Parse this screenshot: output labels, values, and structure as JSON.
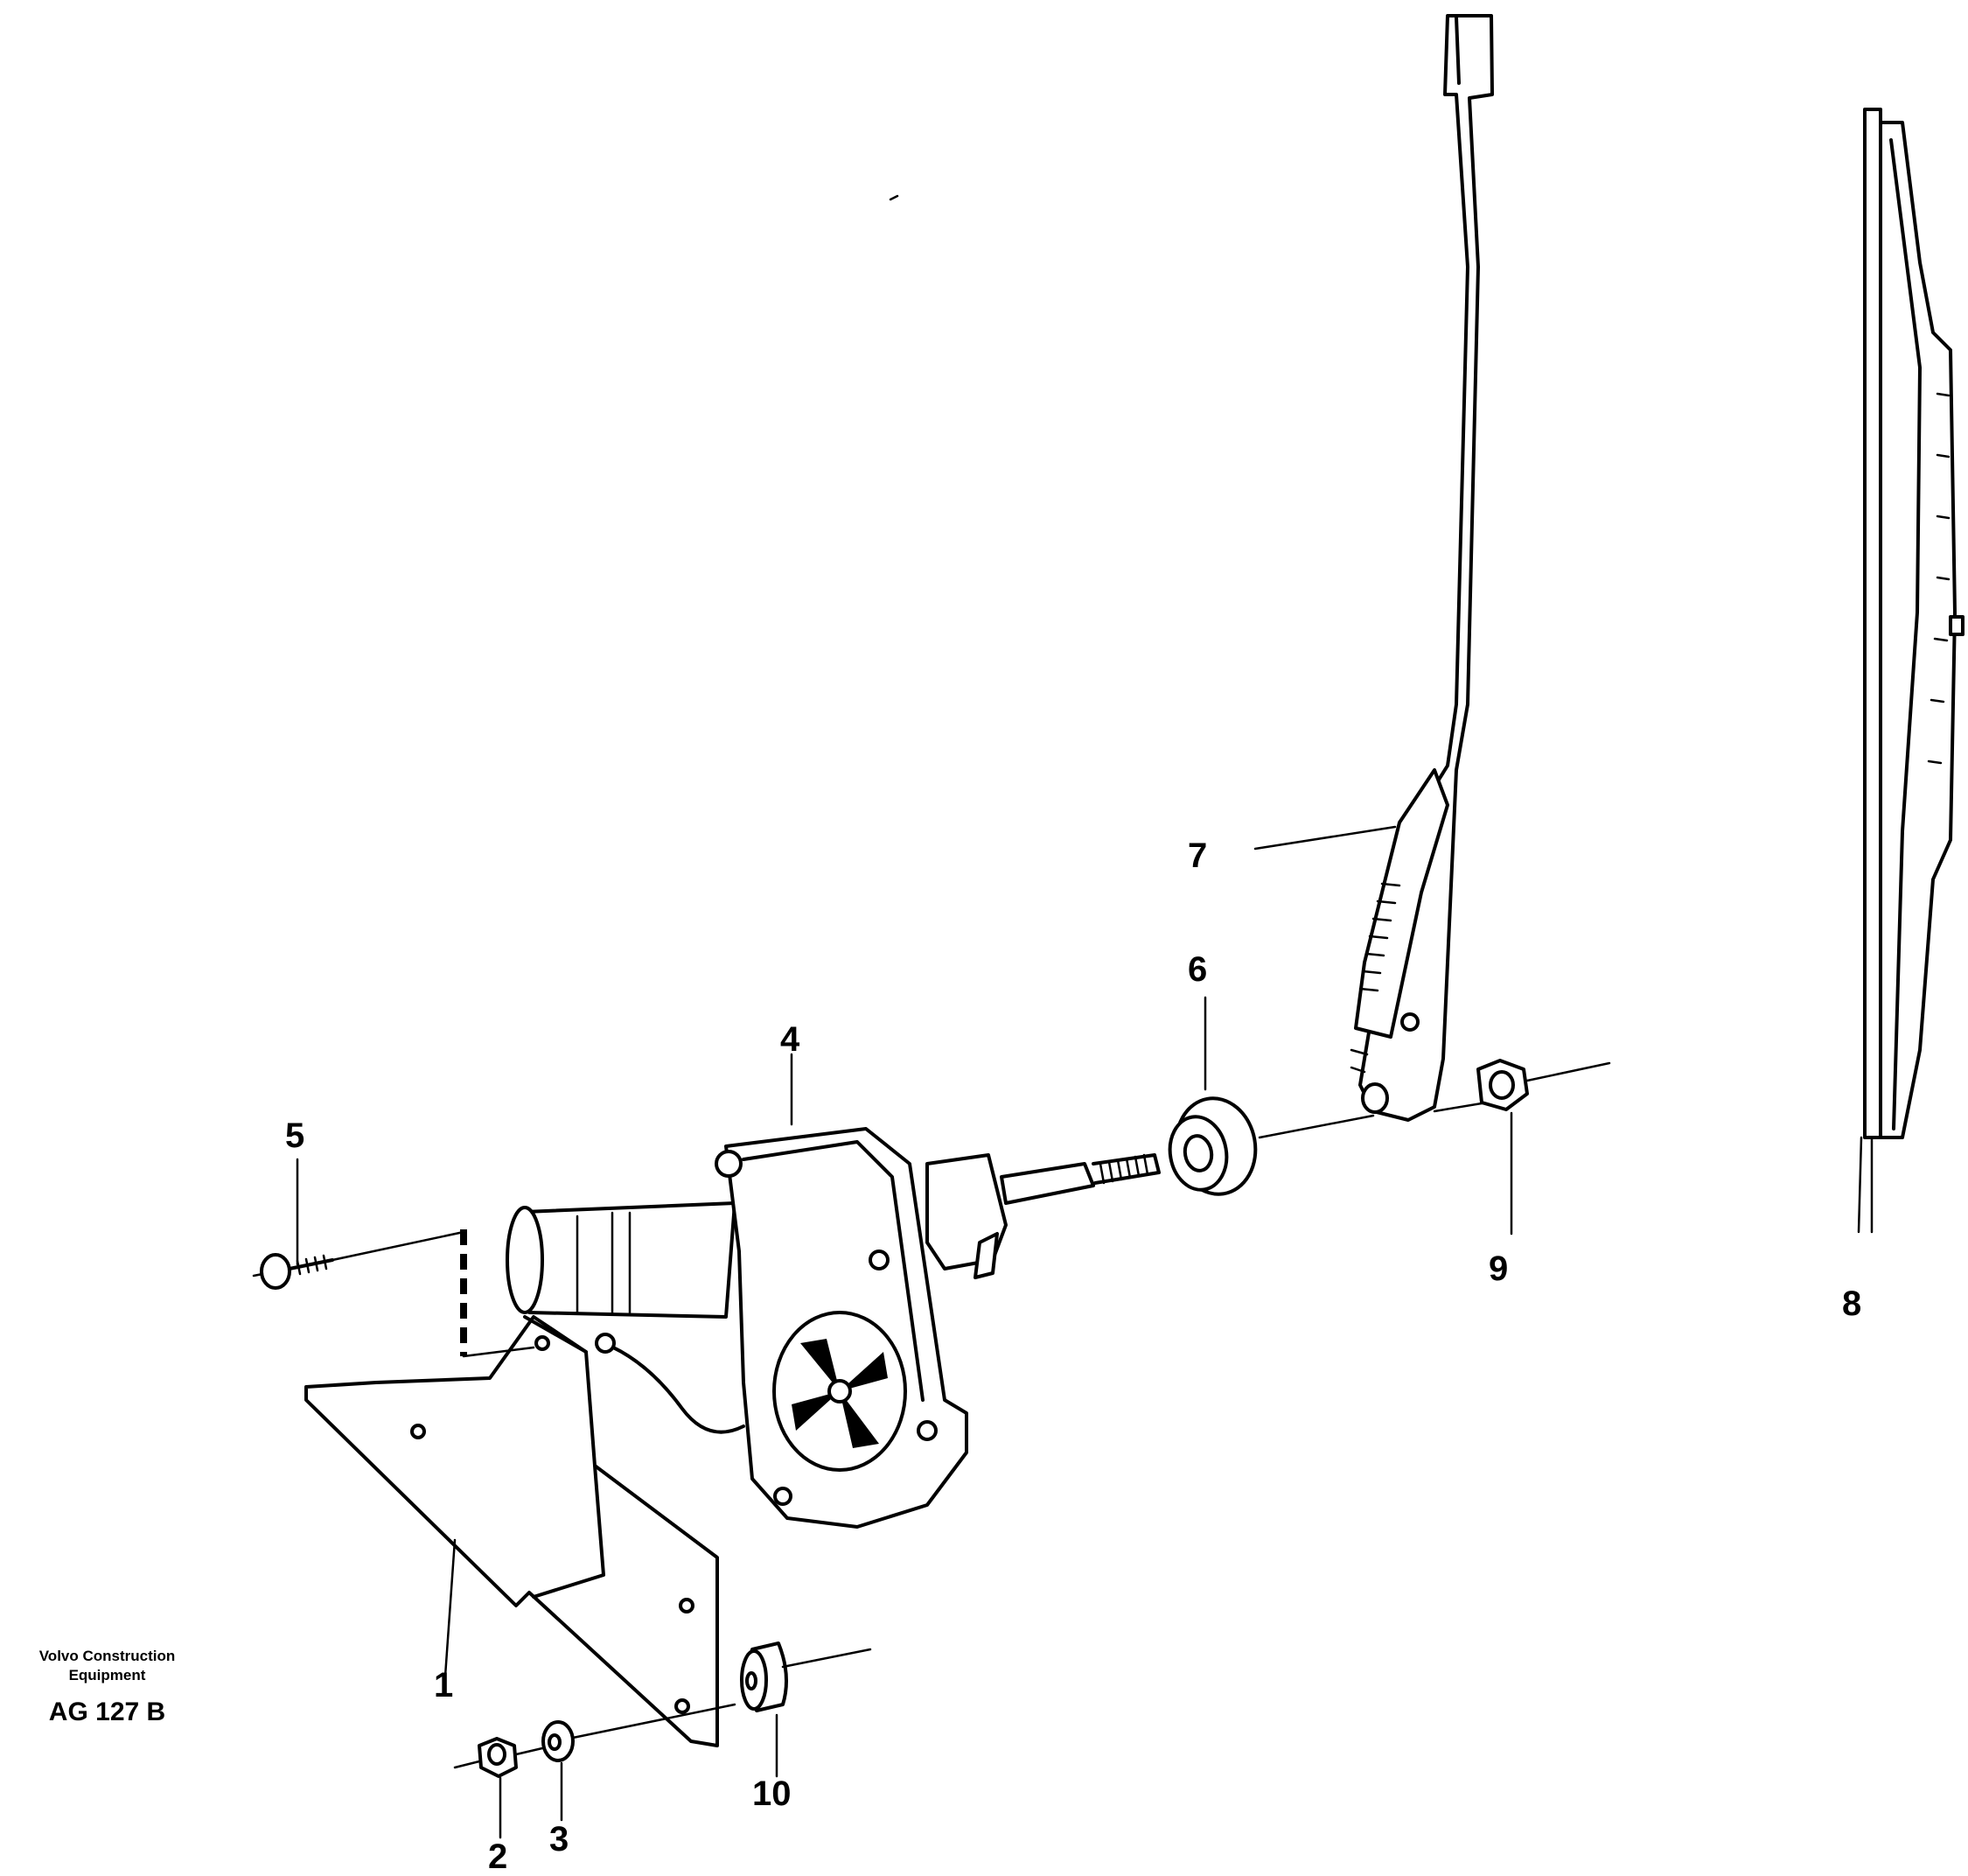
{
  "diagram": {
    "callouts": [
      {
        "id": "1",
        "label": "1"
      },
      {
        "id": "2",
        "label": "2"
      },
      {
        "id": "3",
        "label": "3"
      },
      {
        "id": "4",
        "label": "4"
      },
      {
        "id": "5",
        "label": "5"
      },
      {
        "id": "6",
        "label": "6"
      },
      {
        "id": "7",
        "label": "7"
      },
      {
        "id": "8",
        "label": "8"
      },
      {
        "id": "9",
        "label": "9"
      },
      {
        "id": "10",
        "label": "10"
      }
    ],
    "credit": {
      "line1": "Volvo Construction",
      "line2": "Equipment",
      "code": "AG 127 B"
    }
  }
}
